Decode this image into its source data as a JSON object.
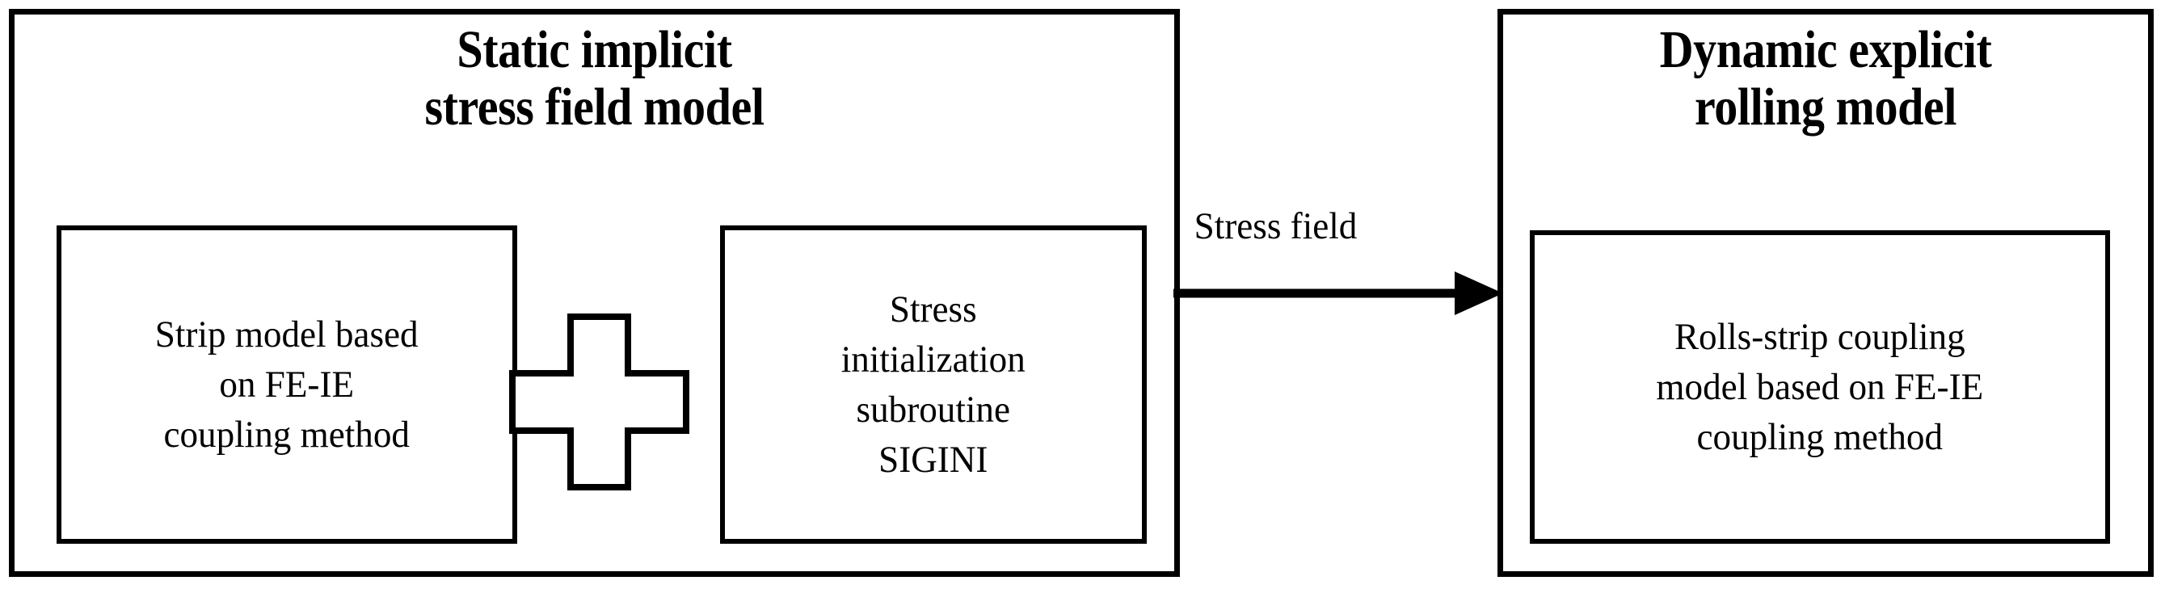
{
  "figure": {
    "type": "flow-diagram",
    "background_color": "#ffffff",
    "line_color": "#000000"
  },
  "left_model": {
    "title": "Static implicit\nstress field model",
    "components": [
      {
        "label": "Strip model based\non FE-IE\ncoupling method"
      },
      {
        "label": "Stress\ninitialization\nsubroutine\nSIGINI"
      }
    ],
    "operator": "+"
  },
  "connector": {
    "label": "Stress field",
    "direction": "left-to-right"
  },
  "right_model": {
    "title": "Dynamic explicit\nrolling model",
    "components": [
      {
        "label": "Rolls-strip coupling\nmodel based on FE-IE\ncoupling method"
      }
    ]
  }
}
